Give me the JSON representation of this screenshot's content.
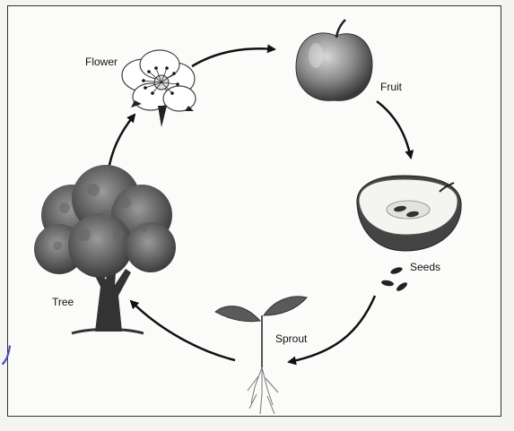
{
  "diagram": {
    "stages": {
      "flower": "Flower",
      "fruit": "Fruit",
      "seeds": "Seeds",
      "sprout": "Sprout",
      "tree": "Tree"
    },
    "cycle_order": [
      "Flower",
      "Fruit",
      "Seeds",
      "Sprout",
      "Tree"
    ],
    "icons": {
      "flower": "flower-icon",
      "fruit": "apple-icon",
      "seeds": "halved-apple-seeds-icon",
      "sprout": "sprout-icon",
      "tree": "tree-icon"
    },
    "colors": {
      "arrow": "#111111",
      "frame_border": "#333333",
      "scribble": "#4a52b8"
    }
  }
}
